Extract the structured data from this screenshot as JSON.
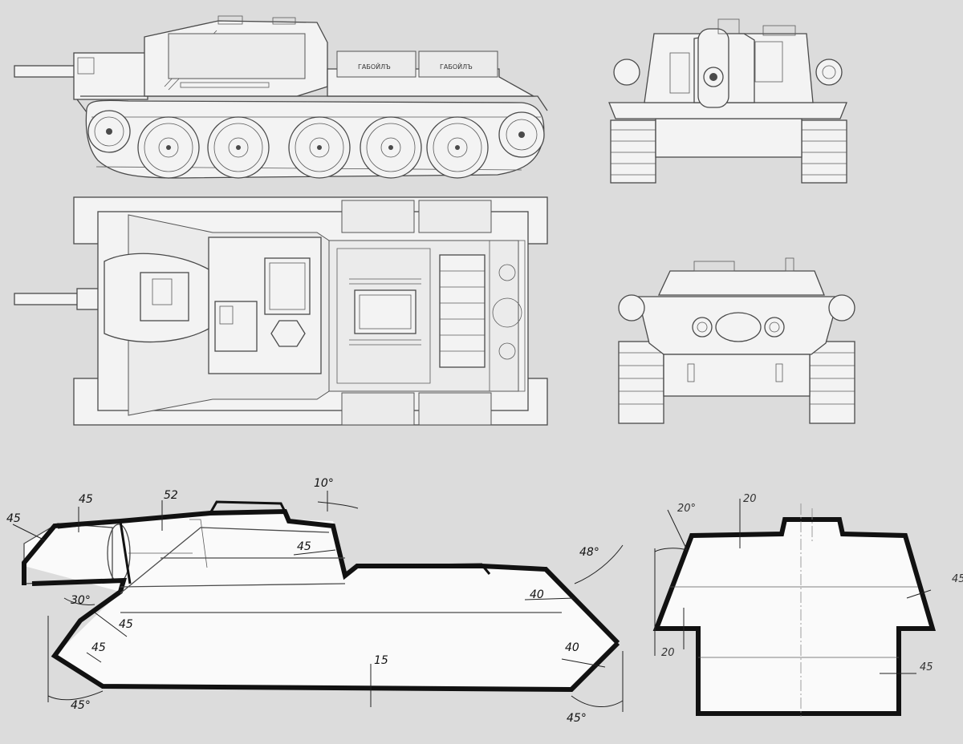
{
  "views": {
    "side": {
      "stowage_box_label_1": "ГАБОЙЛЪ",
      "stowage_box_label_2": "ГАБОЙЛЪ"
    }
  },
  "side_section": {
    "dims": {
      "gun_mantlet_front": "45",
      "mantlet_top": "45",
      "superstructure_top": "52",
      "roof_angle": "10°",
      "rear_superstructure": "45",
      "rear_upper_angle": "48°",
      "rear_upper": "40",
      "sponson_angle": "30°",
      "sponson": "45",
      "front_upper": "45",
      "front_lower_angle": "45°",
      "floor": "15",
      "rear_lower": "40",
      "rear_lower_angle": "45°"
    }
  },
  "cross_section": {
    "dims": {
      "side_angle": "20°",
      "roof": "20",
      "side_upper": "45",
      "hull_side_clear": "20",
      "hull_side": "45"
    }
  }
}
